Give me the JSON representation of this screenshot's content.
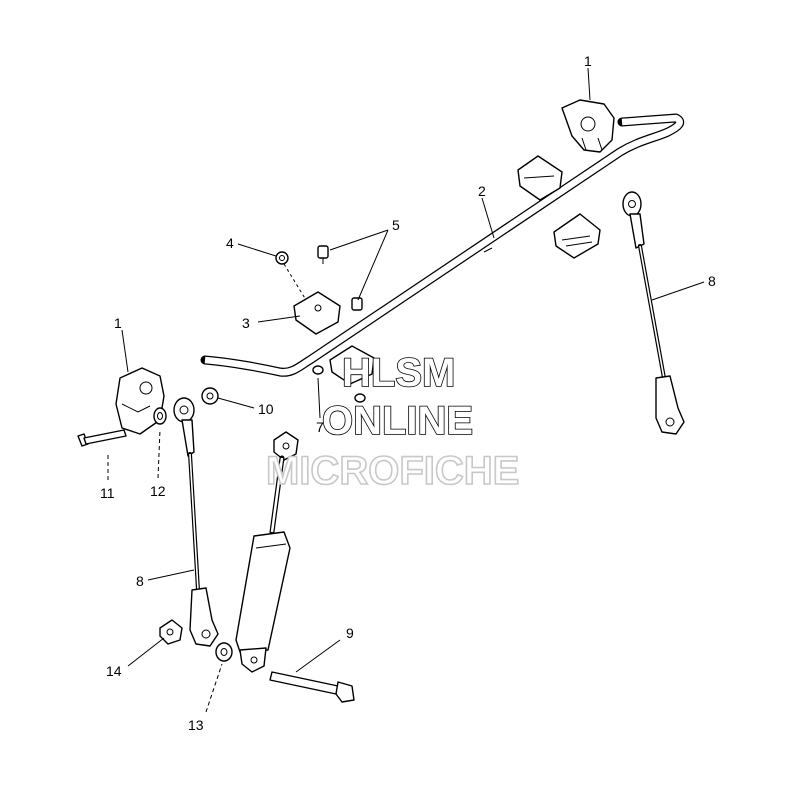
{
  "diagram": {
    "callouts": [
      {
        "id": "c1a",
        "text": "1"
      },
      {
        "id": "c2",
        "text": "2"
      },
      {
        "id": "c3",
        "text": "3"
      },
      {
        "id": "c4",
        "text": "4"
      },
      {
        "id": "c5",
        "text": "5"
      },
      {
        "id": "c1b",
        "text": "1"
      },
      {
        "id": "c7",
        "text": "7"
      },
      {
        "id": "c8a",
        "text": "8"
      },
      {
        "id": "c8b",
        "text": "8"
      },
      {
        "id": "c9",
        "text": "9"
      },
      {
        "id": "c10",
        "text": "10"
      },
      {
        "id": "c11",
        "text": "11"
      },
      {
        "id": "c12",
        "text": "12"
      },
      {
        "id": "c13",
        "text": "13"
      },
      {
        "id": "c14",
        "text": "14"
      }
    ]
  },
  "watermark": {
    "line1": "HLSM",
    "line2": "ONLINE",
    "line3": "MICROFICHE"
  }
}
